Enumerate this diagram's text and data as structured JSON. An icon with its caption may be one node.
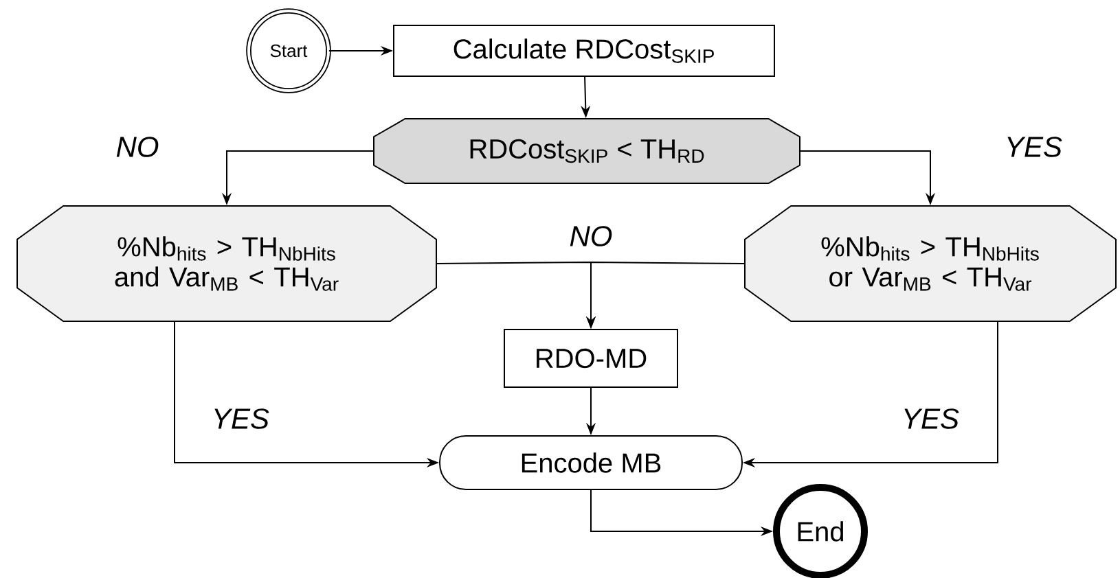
{
  "diagram": {
    "nodes": [
      {
        "text": [
          "Start"
        ]
      },
      {
        "text": [
          "Calculate RDCost$_{SKIP}$"
        ]
      },
      {
        "text": [
          "RDCost$_{SKIP}$ < TH$_{RD}$"
        ]
      },
      {
        "text": [
          "%Nb$_{hits}$ > TH$_{NbHits}$ and Var$_{MB}$ < TH$_{Var}$"
        ]
      },
      {
        "text": [
          "%Nb$_{hits}$ > TH$_{NbHits}$ or Var$_{MB}$ < TH$_{Var}$"
        ]
      },
      {
        "text": [
          "RDO-MD"
        ]
      },
      {
        "text": [
          "Encode MB"
        ]
      },
      {
        "text": [
          "End"
        ]
      }
    ],
    "edges": [
      {
        "from": 0,
        "to": 1,
        "arrow": "to"
      },
      {
        "from": 1,
        "to": 2,
        "arrow": "to"
      },
      {
        "from": 2,
        "to": 3,
        "arrow": "to",
        "label": "NO"
      },
      {
        "from": 2,
        "to": 4,
        "arrow": "to",
        "label": "YES"
      },
      {
        "from": 3,
        "to": 5,
        "arrow": "to",
        "label": "NO"
      },
      {
        "from": 4,
        "to": 5,
        "arrow": "to"
      },
      {
        "from": 5,
        "to": 6,
        "arrow": "to"
      },
      {
        "from": 3,
        "to": 6,
        "arrow": "to",
        "label": "YES"
      },
      {
        "from": 4,
        "to": 6,
        "arrow": "to",
        "label": "YES"
      },
      {
        "from": 6,
        "to": 7,
        "arrow": "to"
      }
    ]
  }
}
